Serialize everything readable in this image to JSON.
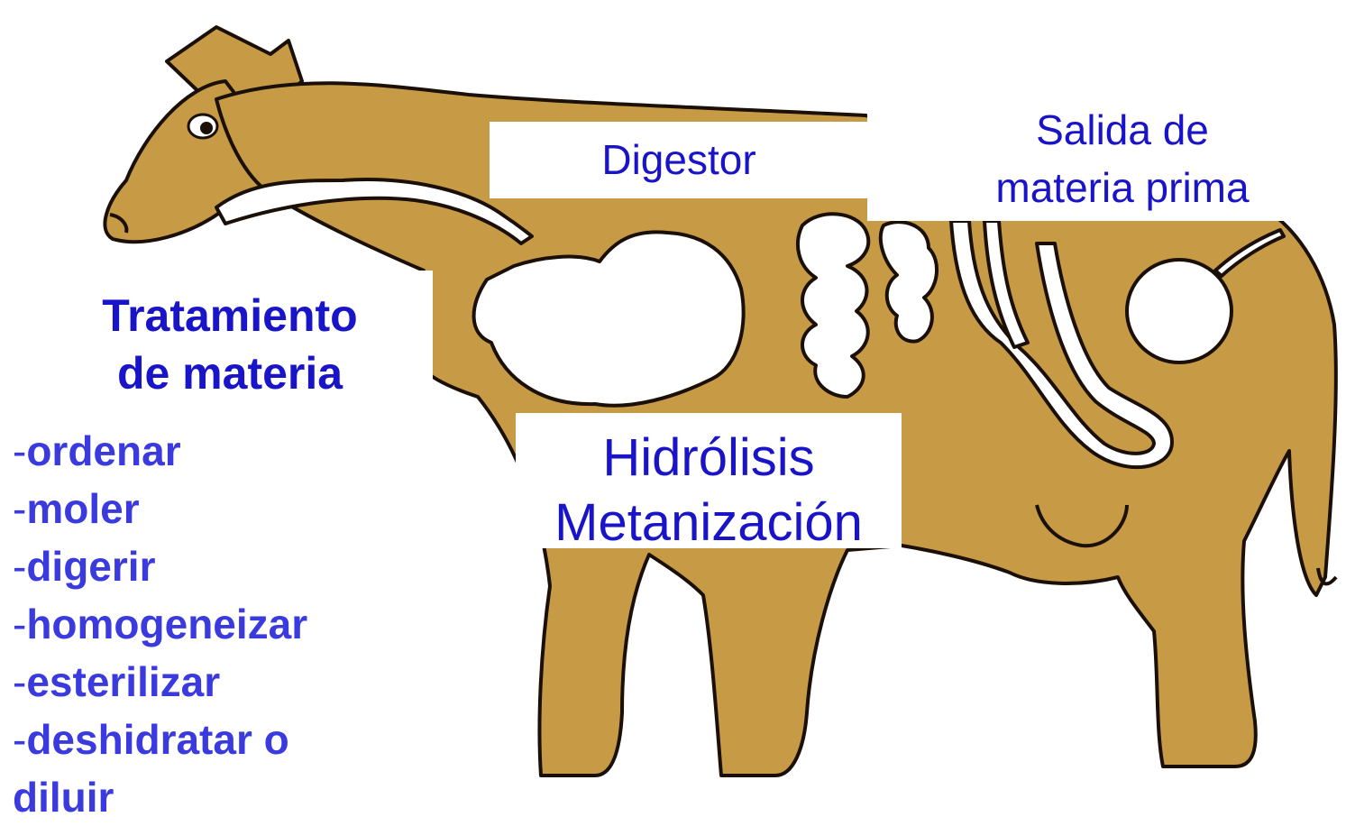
{
  "labels": {
    "digestor": "Digestor",
    "salida": [
      "Salida de",
      "materia prima"
    ],
    "proceso": [
      "Hidrólisis",
      "Metanización"
    ],
    "tratamiento": [
      "Tratamiento",
      "de materia"
    ]
  },
  "steps": [
    "ordenar",
    "moler",
    "digerir",
    "homogeneizar",
    "esterilizar",
    "deshidratar o",
    "diluir"
  ],
  "colors": {
    "cow": "#C79A45",
    "outline": "#1b1008",
    "organs": "#ffffff",
    "label_dark": "#1a14c8",
    "label_steps": "#3a3adf"
  }
}
